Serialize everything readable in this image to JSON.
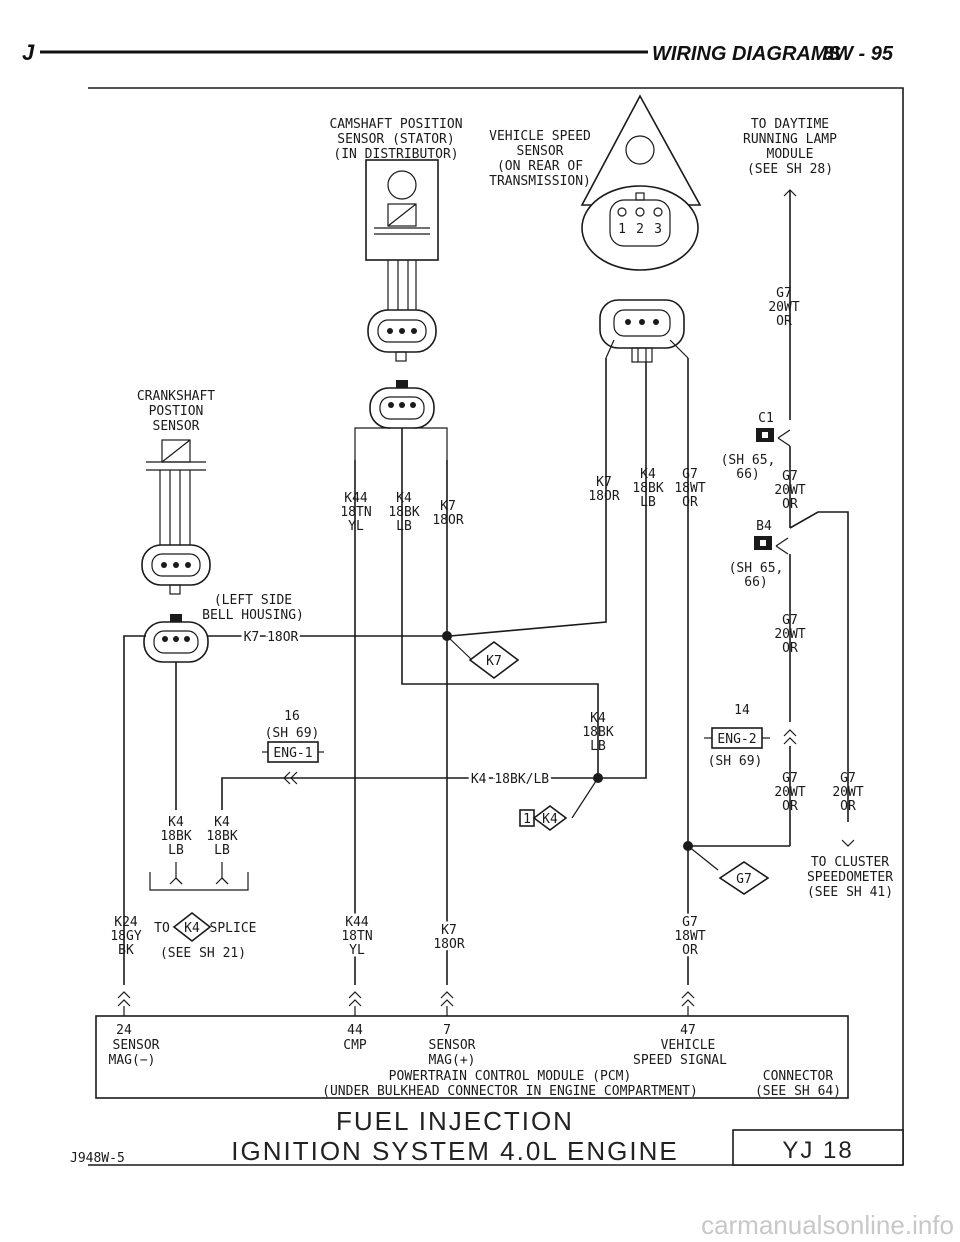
{
  "header": {
    "letter": "J",
    "section": "WIRING DIAGRAMS",
    "page": "8W - 95"
  },
  "components": {
    "cmp": [
      "CAMSHAFT POSITION",
      "SENSOR (STATOR)",
      "(IN DISTRIBUTOR)"
    ],
    "vss": [
      "VEHICLE SPEED",
      "SENSOR",
      "(ON REAR OF",
      "TRANSMISSION)"
    ],
    "vss_pins": [
      "1",
      "2",
      "3"
    ],
    "drl": [
      "TO DAYTIME",
      "RUNNING LAMP",
      "MODULE",
      "(SEE SH 28)"
    ],
    "ckp": [
      "CRANKSHAFT",
      "POSTION",
      "SENSOR"
    ],
    "ckp_loc": [
      "(LEFT SIDE",
      "BELL HOUSING)"
    ]
  },
  "wires": {
    "g7_top": [
      "G7",
      "20WT",
      "OR"
    ],
    "c1": "C1",
    "c1_ref": [
      "(SH 65,",
      "66)"
    ],
    "g7_c1": [
      "G7",
      "20WT",
      "OR"
    ],
    "b4": "B4",
    "b4_ref": [
      "(SH 65,",
      "66)"
    ],
    "g7_b4": [
      "G7",
      "20WT",
      "OR"
    ],
    "vss_k7": [
      "K7",
      "18OR"
    ],
    "vss_k4": [
      "K4",
      "18BK",
      "LB"
    ],
    "vss_g7": [
      "G7",
      "18WT",
      "OR"
    ],
    "cmp_k44": [
      "K44",
      "18TN",
      "YL"
    ],
    "cmp_k4": [
      "K4",
      "18BK",
      "LB"
    ],
    "cmp_k7": [
      "K7",
      "18OR"
    ],
    "ckp_k7": "K7 18OR",
    "splice_k7": "K7",
    "k4_mid": [
      "K4",
      "18BK",
      "LB"
    ],
    "k4_line": "K4 18BK/LB",
    "eng1_ref": [
      "16",
      "(SH 69)"
    ],
    "eng1": "ENG-1",
    "eng2_ref": [
      "14",
      "(SH 69)"
    ],
    "eng2": "ENG-2",
    "g7_eng2": [
      "G7",
      "20WT",
      "OR"
    ],
    "g7_right": [
      "G7",
      "20WT",
      "OR"
    ],
    "splice_k4_num": "1",
    "splice_k4": "K4",
    "ckp_k4a": [
      "K4",
      "18BK",
      "LB"
    ],
    "ckp_k4b": [
      "K4",
      "18BK",
      "LB"
    ],
    "cluster": [
      "TO CLUSTER",
      "SPEEDOMETER",
      "(SEE SH 41)"
    ],
    "splice_g7": "G7",
    "k24": [
      "K24",
      "18GY",
      "BK"
    ],
    "to_splice_pre": "TO",
    "to_splice_tag": "K4",
    "to_splice_post": "SPLICE",
    "to_splice_ref": "(SEE SH 21)",
    "pcm_k44": [
      "K44",
      "18TN",
      "YL"
    ],
    "pcm_k7": [
      "K7",
      "18OR"
    ],
    "pcm_g7": [
      "G7",
      "18WT",
      "OR"
    ]
  },
  "pcm": {
    "pin24": [
      "24",
      "SENSOR",
      "MAG(−)"
    ],
    "pin44": [
      "44",
      "CMP"
    ],
    "pin7": [
      "7",
      "SENSOR",
      "MAG(+)"
    ],
    "pin47": [
      "47",
      "VEHICLE",
      "SPEED SIGNAL"
    ],
    "name": [
      "POWERTRAIN CONTROL MODULE (PCM)",
      "(UNDER BULKHEAD CONNECTOR IN ENGINE COMPARTMENT)"
    ],
    "connector": [
      "CONNECTOR",
      "(SEE SH 64)"
    ]
  },
  "footer": {
    "code": "J948W-5",
    "title1": "FUEL INJECTION",
    "title2": "IGNITION SYSTEM 4.0L ENGINE",
    "model": "YJ 18"
  },
  "watermark": "carmanualsonline.info"
}
